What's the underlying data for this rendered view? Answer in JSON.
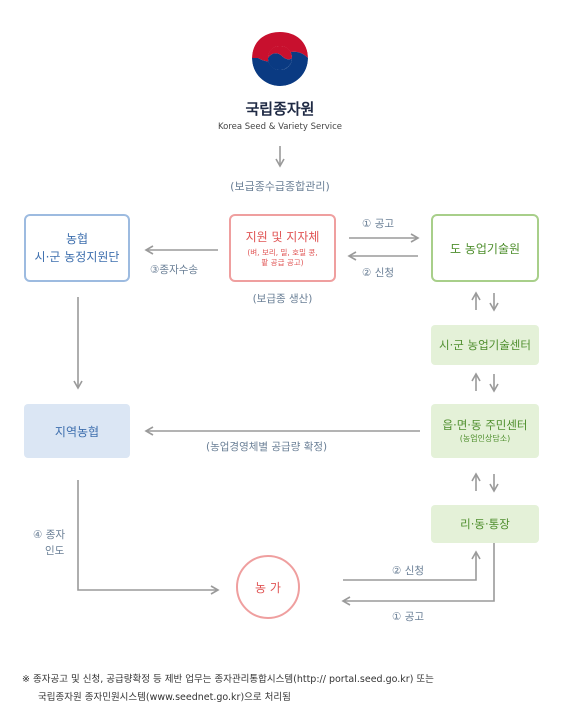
{
  "header": {
    "org_name": "국립종자원",
    "org_english": "Korea Seed & Variety Service",
    "role": "(보급종수급종합관리)"
  },
  "nodes": {
    "nonghyup": {
      "line1": "농협",
      "line2": "시·군 농정지원단"
    },
    "local_gov": {
      "title": "지원 및 지자체",
      "sub": "(벼, 보리, 밀, 호밀 콩,\n팥 공급 공고)",
      "caption": "(보급종 생산)"
    },
    "province_center": {
      "title": "도 농업기술원"
    },
    "city_center": {
      "title": "시·군 농업기술센터"
    },
    "regional_coop": {
      "title": "지역농협"
    },
    "community_center": {
      "title": "읍·면·동 주민센터",
      "sub": "(농업인상담소)"
    },
    "village_head": {
      "title": "리·동·통장"
    },
    "farm": {
      "title": "농 가"
    }
  },
  "edges": {
    "notice_top": "① 공고",
    "apply_top": "② 신청",
    "seed_transport": "③종자수송",
    "supply_confirm": "(농업경영체별 공급량 확정)",
    "seed_delivery_1": "④ 종자",
    "seed_delivery_2": "인도",
    "apply_bottom": "② 신청",
    "notice_bottom": "① 공고"
  },
  "footnote": {
    "line1": "※ 종자공고 및 신청, 공급량확정 등 제반 업무는 종자관리통합시스템(http:// portal.seed.go.kr) 또는",
    "line2": "국립종자원 종자민원시스템(www.seednet.go.kr)으로 처리됨"
  },
  "colors": {
    "blue_border": "#9dbbe0",
    "blue_text": "#3e6fae",
    "blue_fill": "#dbe6f4",
    "red_border": "#ef9f9f",
    "red_text": "#e05555",
    "green_border": "#a8cf8a",
    "green_fill": "#e4f1d8",
    "green_text": "#4f8f2e",
    "arrow": "#9a9a9a",
    "logo_red": "#c8102e",
    "logo_blue": "#0a3a82"
  }
}
